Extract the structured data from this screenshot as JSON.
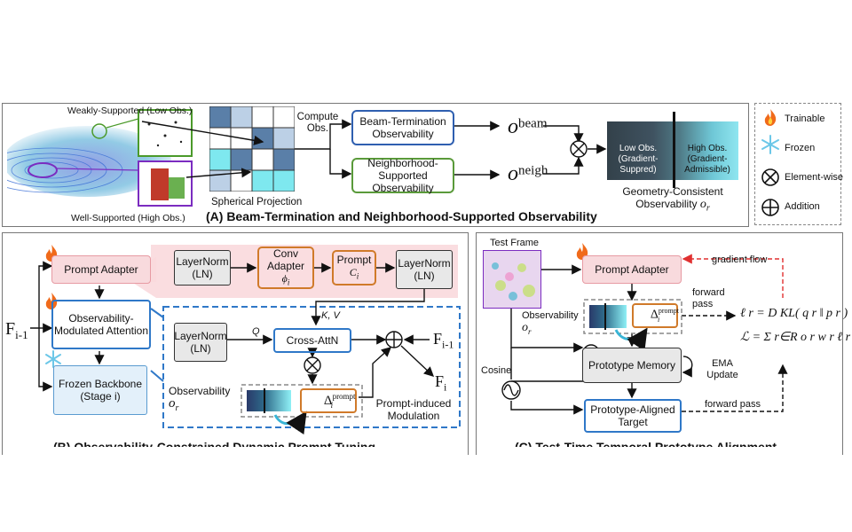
{
  "panelA": {
    "title": "(A) Beam-Termination and Neighborhood-Supported Observability",
    "weak_label": "Weakly-Supported (Low Obs.)",
    "well_label": "Well-Supported (High Obs.)",
    "spherical_label": "Spherical Projection",
    "compute_label": "Compute Obs.",
    "beam_box": "Beam-Termination Observability",
    "neigh_box": "Neighborhood-Supported Observability",
    "o_symbol": "o",
    "o_beam_sup": "beam",
    "o_neigh_sup": "neigh",
    "low_obs": "Low Obs. (Gradient-Suppred)",
    "high_obs": "High Obs. (Gradient-Admissible)",
    "geo_label": "Geometry-Consistent Observability",
    "geo_symbol": "o",
    "geo_sub": "r"
  },
  "legend": {
    "items": [
      {
        "icon": "flame-icon",
        "label": "Trainable"
      },
      {
        "icon": "snowflake-icon",
        "label": "Frozen"
      },
      {
        "icon": "otimes-icon",
        "label": "Element-wise"
      },
      {
        "icon": "oplus-icon",
        "label": "Addition"
      }
    ]
  },
  "panelB": {
    "title": "(B) Observability-Constrained Dynamic Prompt Tuning",
    "fi_minus": "F",
    "fi_minus_sub": "i-1",
    "prompt_adapter": "Prompt Adapter",
    "obs_attention": "Observability-Modulated Attention",
    "frozen_backbone": "Frozen Backbone (Stage i)",
    "ln1": "LayerNorm (LN)",
    "conv_adapter": "Conv Adapter",
    "conv_sym": "ϕ",
    "conv_sub": "i",
    "prompt": "Prompt",
    "prompt_sym": "C",
    "prompt_sub": "i",
    "ln2": "LayerNorm (LN)",
    "kv": "K, V",
    "q": "Q",
    "ln3": "LayerNorm (LN)",
    "cross_attn": "Cross-AttN",
    "observability": "Observability",
    "obs_sym": "o",
    "obs_sub": "r",
    "delta": "Δ",
    "delta_sup": "prompt",
    "delta_sub": "i",
    "prompt_mod": "Prompt-induced Modulation",
    "fi_out": "F",
    "fi_out_sub": "i",
    "fi_in": "F",
    "fi_in_sub": "i-1"
  },
  "panelC": {
    "title": "(C) Test-Time Temporal Prototype Alignment",
    "test_frame": "Test Frame",
    "prompt_adapter": "Prompt Adapter",
    "gradient_flow": "gradient flow",
    "forward_pass1": "forward pass",
    "observability": "Observability",
    "obs_sym": "o",
    "obs_sub": "r",
    "delta": "Δ",
    "delta_sup": "prompt",
    "delta_sub": "i",
    "loss1": "ℓ r = D KL( q r ‖ p r )",
    "loss2": "ℒ = Σ r∈R o r w r ℓ r",
    "prototype_memory": "Prototype Memory",
    "ema_update": "EMA Update",
    "cosine": "Cosine",
    "aligned_target": "Prototype-Aligned Target",
    "forward_pass2": "forward pass"
  },
  "colors": {
    "blue": "#2f5fb0",
    "green": "#5a9a3a",
    "orange": "#d07a2a",
    "pink": "#f6c6cc",
    "red": "#e03030",
    "grid_dark": "#5a7fa8",
    "grid_light": "#bcd0e6",
    "grid_cyan": "#7ee8ef"
  }
}
